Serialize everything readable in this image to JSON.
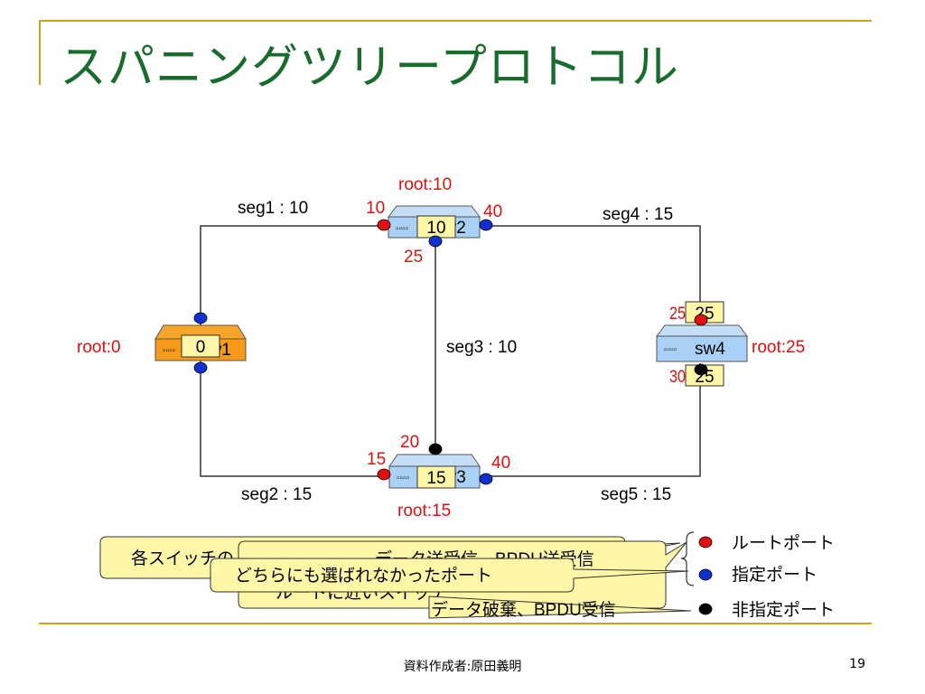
{
  "slide": {
    "title": "スパニングツリープロトコル",
    "footer_author": "資料作成者:原田義明",
    "page_number": "19"
  },
  "colors": {
    "title": "#1a6b2e",
    "accent_line": "#d4a017",
    "root_switch": "#f59a1a",
    "switch": "#a9d0f5",
    "label_red": "#e01010",
    "root_port": "#e01010",
    "designated_port": "#1030d0",
    "blocked_port": "#000000",
    "callout_fill": "#fff6a8"
  },
  "diagram": {
    "switches": [
      {
        "id": "sw1",
        "name": "sw1",
        "badge": "0",
        "root_label": "root:0",
        "is_root": true
      },
      {
        "id": "sw2",
        "name": "sw2",
        "badge": "10",
        "root_label": "root:10",
        "is_root": false
      },
      {
        "id": "sw3",
        "name": "sw3",
        "badge": "15",
        "root_label": "root:15",
        "is_root": false
      },
      {
        "id": "sw4",
        "name": "sw4",
        "badge_top": "25",
        "badge_bottom": "25",
        "root_label": "root:25",
        "is_root": false
      }
    ],
    "segments": [
      {
        "id": "seg1",
        "label": "seg1 : 10"
      },
      {
        "id": "seg2",
        "label": "seg2 : 15"
      },
      {
        "id": "seg3",
        "label": "seg3 : 10"
      },
      {
        "id": "seg4",
        "label": "seg4 : 15"
      },
      {
        "id": "seg5",
        "label": "seg5 : 15"
      }
    ],
    "port_costs": {
      "sw2_left": "10",
      "sw2_right": "40",
      "sw2_bottom": "25",
      "sw3_left": "15",
      "sw3_right": "40",
      "sw3_top": "20",
      "sw4_top": "25",
      "sw4_bottom": "30"
    }
  },
  "legend": [
    {
      "type": "root",
      "label": "ルートポート"
    },
    {
      "type": "designated",
      "label": "指定ポート"
    },
    {
      "type": "blocked",
      "label": "非指定ポート"
    }
  ],
  "callouts": {
    "c1": "各スイッチの",
    "c2_line1": "データ送受信、BPDU送受信",
    "c2_line2": "ルートに近いスイッチ",
    "c3": "どちらにも選ばれなかったポート",
    "c4": "データ破棄、BPDU受信"
  }
}
